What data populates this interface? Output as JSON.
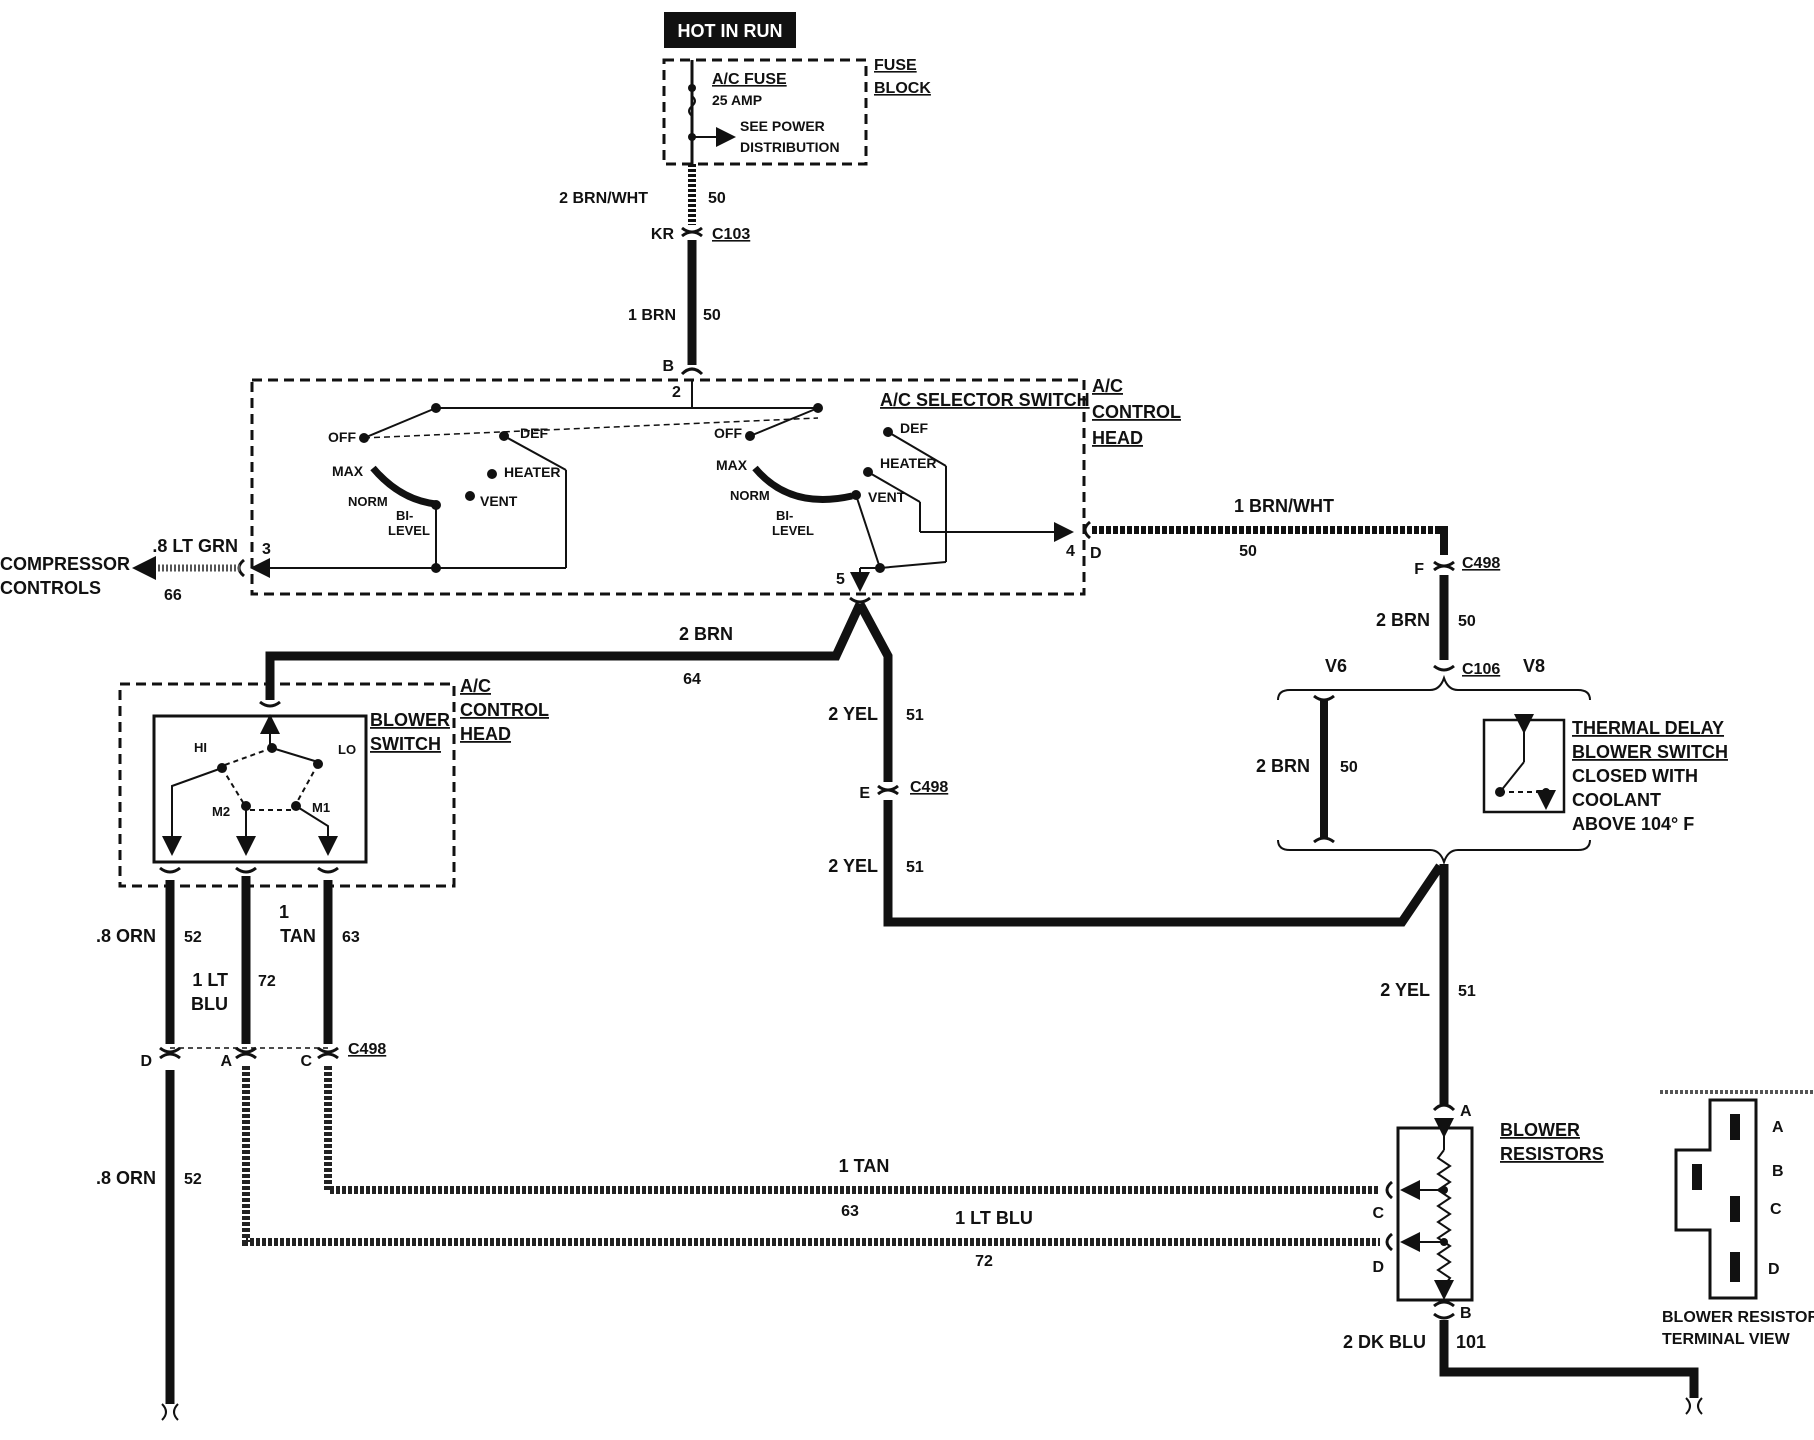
{
  "header": {
    "hot_in_run": "HOT IN RUN"
  },
  "fuse_block": {
    "label_line1": "FUSE",
    "label_line2": "BLOCK",
    "fuse_name": "A/C FUSE",
    "fuse_rating": "25 AMP",
    "see_line1": "SEE POWER",
    "see_line2": "DISTRIBUTION"
  },
  "wires": {
    "w50_top": {
      "name": "2 BRN/WHT",
      "circuit": "50"
    },
    "w50_mid": {
      "name": "1 BRN",
      "circuit": "50"
    },
    "w50_right": {
      "name": "1 BRN/WHT",
      "circuit": "50"
    },
    "w50_c498": {
      "name": "2 BRN",
      "circuit": "50"
    },
    "w50_v6": {
      "name": "2 BRN",
      "circuit": "50"
    },
    "w66": {
      "name": ".8 LT GRN",
      "circuit": "66"
    },
    "w64": {
      "name": "2 BRN",
      "circuit": "64"
    },
    "w51_a": {
      "name": "2 YEL",
      "circuit": "51"
    },
    "w51_b": {
      "name": "2 YEL",
      "circuit": "51"
    },
    "w51_c": {
      "name": "2 YEL",
      "circuit": "51"
    },
    "w52_a": {
      "name": ".8 ORN",
      "circuit": "52"
    },
    "w52_b": {
      "name": ".8 ORN",
      "circuit": "52"
    },
    "w63_a": {
      "name_line1": "1",
      "name_line2": "TAN",
      "circuit": "63"
    },
    "w63_b": {
      "name": "1 TAN",
      "circuit": "63"
    },
    "w72_a": {
      "name_line1": "1 LT",
      "name_line2": "BLU",
      "circuit": "72"
    },
    "w72_b": {
      "name": "1 LT BLU",
      "circuit": "72"
    },
    "w101": {
      "name": "2 DK BLU",
      "circuit": "101"
    }
  },
  "connectors": {
    "c103": "C103",
    "kr": "KR",
    "c498_f": "C498",
    "f": "F",
    "c106": "C106",
    "c498_e": "C498",
    "e": "E",
    "c498_dac": "C498",
    "d": "D",
    "a": "A",
    "c": "C",
    "b_top": "B",
    "pin2": "2",
    "pin3": "3",
    "pin4": "4",
    "pin_d": "D",
    "pin5": "5"
  },
  "selector": {
    "title": "A/C SELECTOR SWITCH",
    "head_line1": "A/C",
    "head_line2": "CONTROL",
    "head_line3": "HEAD",
    "pos_off": "OFF",
    "pos_max": "MAX",
    "pos_norm": "NORM",
    "pos_bi": "BI-",
    "pos_level": "LEVEL",
    "pos_vent": "VENT",
    "pos_heater": "HEATER",
    "pos_def": "DEF"
  },
  "compressor": {
    "line1": "COMPRESSOR",
    "line2": "CONTROLS"
  },
  "blower_switch": {
    "label_line1": "BLOWER",
    "label_line2": "SWITCH",
    "head_line1": "A/C",
    "head_line2": "CONTROL",
    "head_line3": "HEAD",
    "hi": "HI",
    "lo": "LO",
    "m2": "M2",
    "m1": "M1"
  },
  "engine": {
    "v6": "V6",
    "v8": "V8"
  },
  "thermal": {
    "line1": "THERMAL DELAY",
    "line2": "BLOWER SWITCH",
    "line3": "CLOSED WITH",
    "line4": "COOLANT",
    "line5": "ABOVE 104° F"
  },
  "resistors": {
    "label_line1": "BLOWER",
    "label_line2": "RESISTORS",
    "pin_a": "A",
    "pin_b": "B",
    "pin_c": "C",
    "pin_d": "D"
  },
  "terminal_view": {
    "line1": "BLOWER RESISTORS",
    "line2": "TERMINAL VIEW",
    "a": "A",
    "b": "B",
    "c": "C",
    "d": "D"
  }
}
